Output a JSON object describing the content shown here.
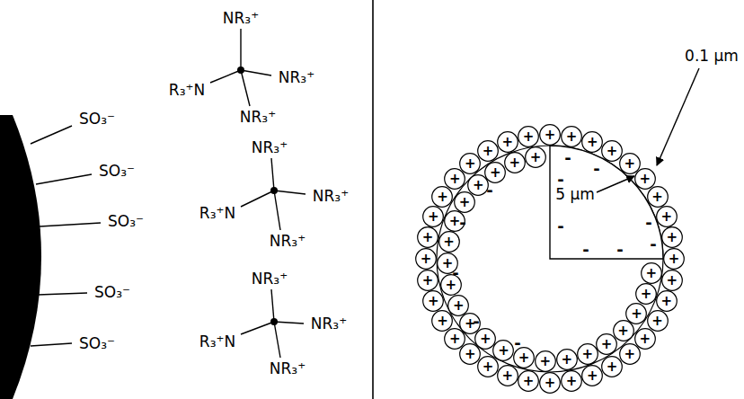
{
  "diagram": {
    "nodes": [
      {
        "text": [
          "+"
        ]
      },
      {
        "text": [
          "+"
        ]
      },
      {
        "text": [
          "+"
        ]
      },
      {
        "text": [
          "+"
        ]
      },
      {
        "text": [
          "+"
        ]
      },
      {
        "text": [
          "+"
        ]
      },
      {
        "text": [
          "+"
        ]
      },
      {
        "text": [
          "+"
        ]
      },
      {
        "text": [
          "+"
        ]
      },
      {
        "text": [
          "+"
        ]
      },
      {
        "text": [
          "+"
        ]
      },
      {
        "text": [
          "+"
        ]
      },
      {
        "text": [
          "+"
        ]
      },
      {
        "text": [
          "+"
        ]
      },
      {
        "text": [
          "+"
        ]
      },
      {
        "text": [
          "+"
        ]
      },
      {
        "text": [
          "+"
        ]
      },
      {
        "text": [
          "+"
        ]
      },
      {
        "text": [
          "+"
        ]
      },
      {
        "text": [
          "+"
        ]
      },
      {
        "text": [
          "+"
        ]
      },
      {
        "text": [
          "+"
        ]
      },
      {
        "text": [
          "+"
        ]
      },
      {
        "text": [
          "+"
        ]
      },
      {
        "text": [
          "+"
        ]
      },
      {
        "text": [
          "+"
        ]
      },
      {
        "text": [
          "+"
        ]
      },
      {
        "text": [
          "+"
        ]
      },
      {
        "text": [
          "+"
        ]
      },
      {
        "text": [
          "+"
        ]
      },
      {
        "text": [
          "+"
        ]
      },
      {
        "text": [
          "+"
        ]
      },
      {
        "text": [
          "+"
        ]
      },
      {
        "text": [
          "+"
        ]
      },
      {
        "text": [
          "+"
        ]
      },
      {
        "text": [
          "+"
        ]
      },
      {
        "text": [
          "+"
        ]
      },
      {
        "text": [
          "+"
        ]
      },
      {
        "text": [
          "+"
        ]
      },
      {
        "text": [
          "+"
        ]
      },
      {
        "text": [
          "+"
        ]
      },
      {
        "text": [
          "+"
        ]
      },
      {
        "text": [
          "+"
        ]
      },
      {
        "text": [
          "+"
        ]
      },
      {
        "text": [
          "+"
        ]
      },
      {
        "text": [
          "+"
        ]
      },
      {
        "text": [
          "+"
        ]
      },
      {
        "text": [
          "+"
        ]
      },
      {
        "text": [
          "+"
        ]
      },
      {
        "text": [
          "+"
        ]
      },
      {
        "text": [
          "+"
        ]
      },
      {
        "text": [
          "+"
        ]
      },
      {
        "text": [
          "+"
        ]
      },
      {
        "text": [
          "+"
        ]
      },
      {
        "text": [
          "+"
        ]
      },
      {
        "text": [
          "+"
        ]
      },
      {
        "text": [
          "+"
        ]
      },
      {
        "text": [
          "+"
        ]
      }
    ],
    "labels": [
      "SO₃⁻",
      "SO₃⁻",
      "SO₃⁻",
      "SO₃⁻",
      "SO₃⁻",
      "NR₃⁺",
      "NR₃⁺",
      "R₃⁺N",
      "NR₃⁺",
      "NR₃⁺",
      "NR₃⁺",
      "R₃⁺N",
      "NR₃⁺",
      "NR₃⁺",
      "NR₃⁺",
      "R₃⁺N",
      "NR₃⁺",
      "5 µm",
      "0.1 µm",
      "-",
      "-",
      "-",
      "-",
      "-",
      "-",
      "-",
      "-",
      "-",
      "-",
      "-",
      "-",
      "-"
    ]
  }
}
